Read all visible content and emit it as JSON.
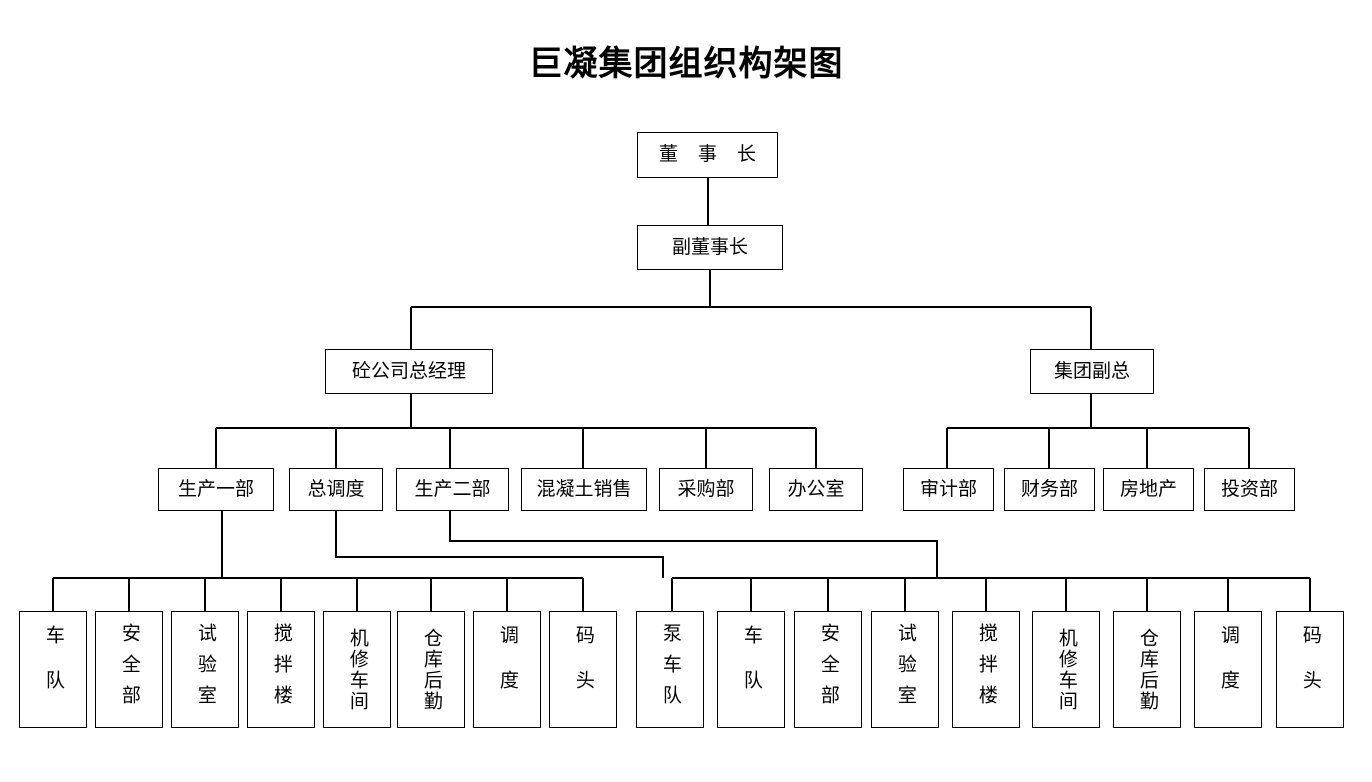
{
  "title": "巨凝集团组织构架图",
  "colors": {
    "line": "#000000",
    "box_border": "#000000",
    "background": "#ffffff",
    "text": "#000000"
  },
  "chart_data": {
    "type": "diagram",
    "subtype": "organization-chart",
    "title": "巨凝集团组织构架图",
    "orientation": "top-down",
    "levels": 5
  },
  "nodes": {
    "chairman": {
      "label": "董 事 长",
      "level": 1
    },
    "vice_chairman": {
      "label": "副董事长",
      "level": 2
    },
    "concrete_gm": {
      "label": "砼公司总经理",
      "level": 3
    },
    "group_vp": {
      "label": "集团副总",
      "level": 3
    },
    "dept_prod1": {
      "label": "生产一部",
      "level": 4
    },
    "dept_dispatch": {
      "label": "总调度",
      "level": 4
    },
    "dept_prod2": {
      "label": "生产二部",
      "level": 4
    },
    "dept_sales": {
      "label": "混凝土销售",
      "level": 4
    },
    "dept_purchase": {
      "label": "采购部",
      "level": 4
    },
    "dept_office": {
      "label": "办公室",
      "level": 4
    },
    "dept_audit": {
      "label": "审计部",
      "level": 4
    },
    "dept_finance": {
      "label": "财务部",
      "level": 4
    },
    "dept_realestate": {
      "label": "房地产",
      "level": 4
    },
    "dept_investment": {
      "label": "投资部",
      "level": 4
    },
    "g1_fleet": {
      "label": "车队",
      "level": 5
    },
    "g1_safety": {
      "label": "安全部",
      "level": 5
    },
    "g1_lab": {
      "label": "试验室",
      "level": 5
    },
    "g1_mixing": {
      "label": "搅拌楼",
      "level": 5
    },
    "g1_repair": {
      "label": "机修车间",
      "level": 5
    },
    "g1_warehouse": {
      "label": "仓库后勤",
      "level": 5
    },
    "g1_dispatch": {
      "label": "调度",
      "level": 5
    },
    "g1_dock": {
      "label": "码头",
      "level": 5
    },
    "g2_pumpfleet": {
      "label": "泵车队",
      "level": 5
    },
    "g2_fleet": {
      "label": "车队",
      "level": 5
    },
    "g2_safety": {
      "label": "安全部",
      "level": 5
    },
    "g2_lab": {
      "label": "试验室",
      "level": 5
    },
    "g2_mixing": {
      "label": "搅拌楼",
      "level": 5
    },
    "g2_repair": {
      "label": "机修车间",
      "level": 5
    },
    "g2_warehouse": {
      "label": "仓库后勤",
      "level": 5
    },
    "g2_dispatch": {
      "label": "调度",
      "level": 5
    },
    "g2_dock": {
      "label": "码头",
      "level": 5
    }
  }
}
